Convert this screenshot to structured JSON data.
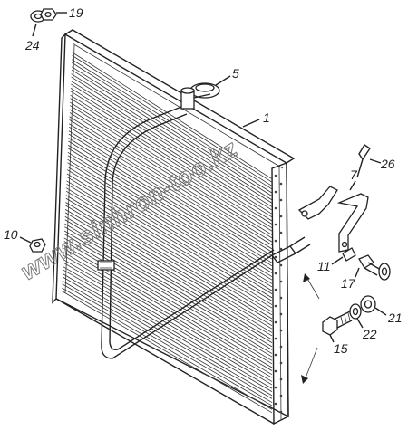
{
  "labels": {
    "l19": "19",
    "l24": "24",
    "l5": "5",
    "l1": "1",
    "l26": "26",
    "l7": "7",
    "l10": "10",
    "l11": "11",
    "l17": "17",
    "l21": "21",
    "l22": "22",
    "l15": "15"
  },
  "watermark": "www.sinhron-too.kz",
  "colors": {
    "ink": "#222222",
    "watermark": "#7a7a7a",
    "background": "#ffffff"
  }
}
